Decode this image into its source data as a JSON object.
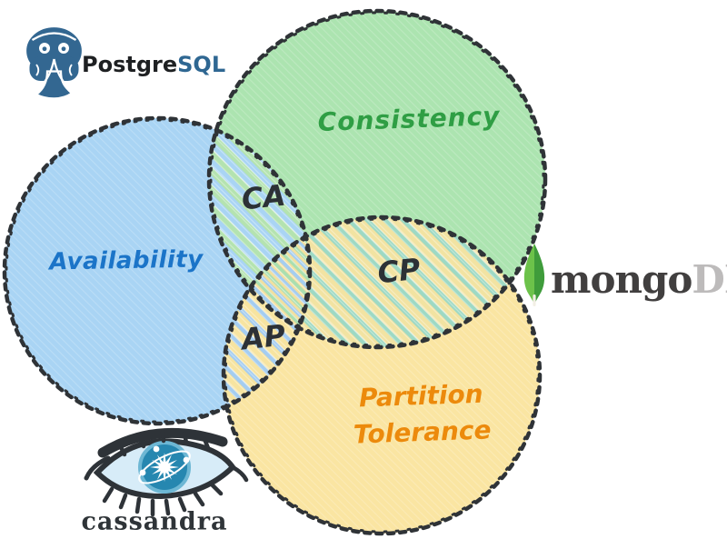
{
  "circles": {
    "consistency": {
      "label": "Consistency"
    },
    "availability": {
      "label": "Availability"
    },
    "partition": {
      "label_line1": "Partition",
      "label_line2": "Tolerance"
    }
  },
  "intersections": {
    "ca": "CA",
    "cp": "CP",
    "ap": "AP"
  },
  "logos": {
    "postgresql": {
      "text_dark": "Postgre",
      "text_blue": "SQL"
    },
    "mongodb": {
      "text_dark": "mongo",
      "text_light": "DB."
    },
    "cassandra": {
      "text": "cassandra"
    }
  },
  "colors": {
    "consistency_fill": "#ace4b0",
    "availability_fill": "#a9d4f4",
    "partition_fill": "#fae5a2",
    "consistency_text": "#2f9e44",
    "availability_text": "#1b74c8",
    "partition_text": "#ec8a0c",
    "outline": "#2f3337",
    "postgres_blue": "#336791",
    "mongo_leaf_green": "#52b043",
    "mongo_text_dark": "#413f3f",
    "mongo_text_light": "#bdbbbb",
    "cassandra_dark": "#33383c"
  }
}
